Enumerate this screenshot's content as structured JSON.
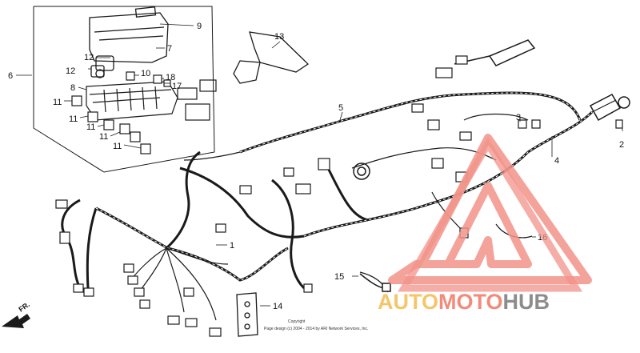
{
  "callouts": [
    "1",
    "2",
    "3",
    "4",
    "5",
    "6",
    "7",
    "8",
    "9",
    "10",
    "11",
    "11",
    "11",
    "11",
    "11",
    "12",
    "13",
    "14",
    "15",
    "16",
    "17",
    "18"
  ],
  "direction_label": "FR.",
  "copyright": {
    "line1": "Copyright",
    "line2": "Page design (c) 2004 - 2014 by ARI Network Services, Inc."
  },
  "watermark": {
    "part_auto": "AUTO",
    "part_moto": "MOTO",
    "part_hub": "HUB",
    "colors": {
      "auto": "#f5c56a",
      "moto": "#f28b7a",
      "hub": "#8c8c8c",
      "triangle": "#f2938a"
    }
  },
  "line_color": "#1a1a1a"
}
